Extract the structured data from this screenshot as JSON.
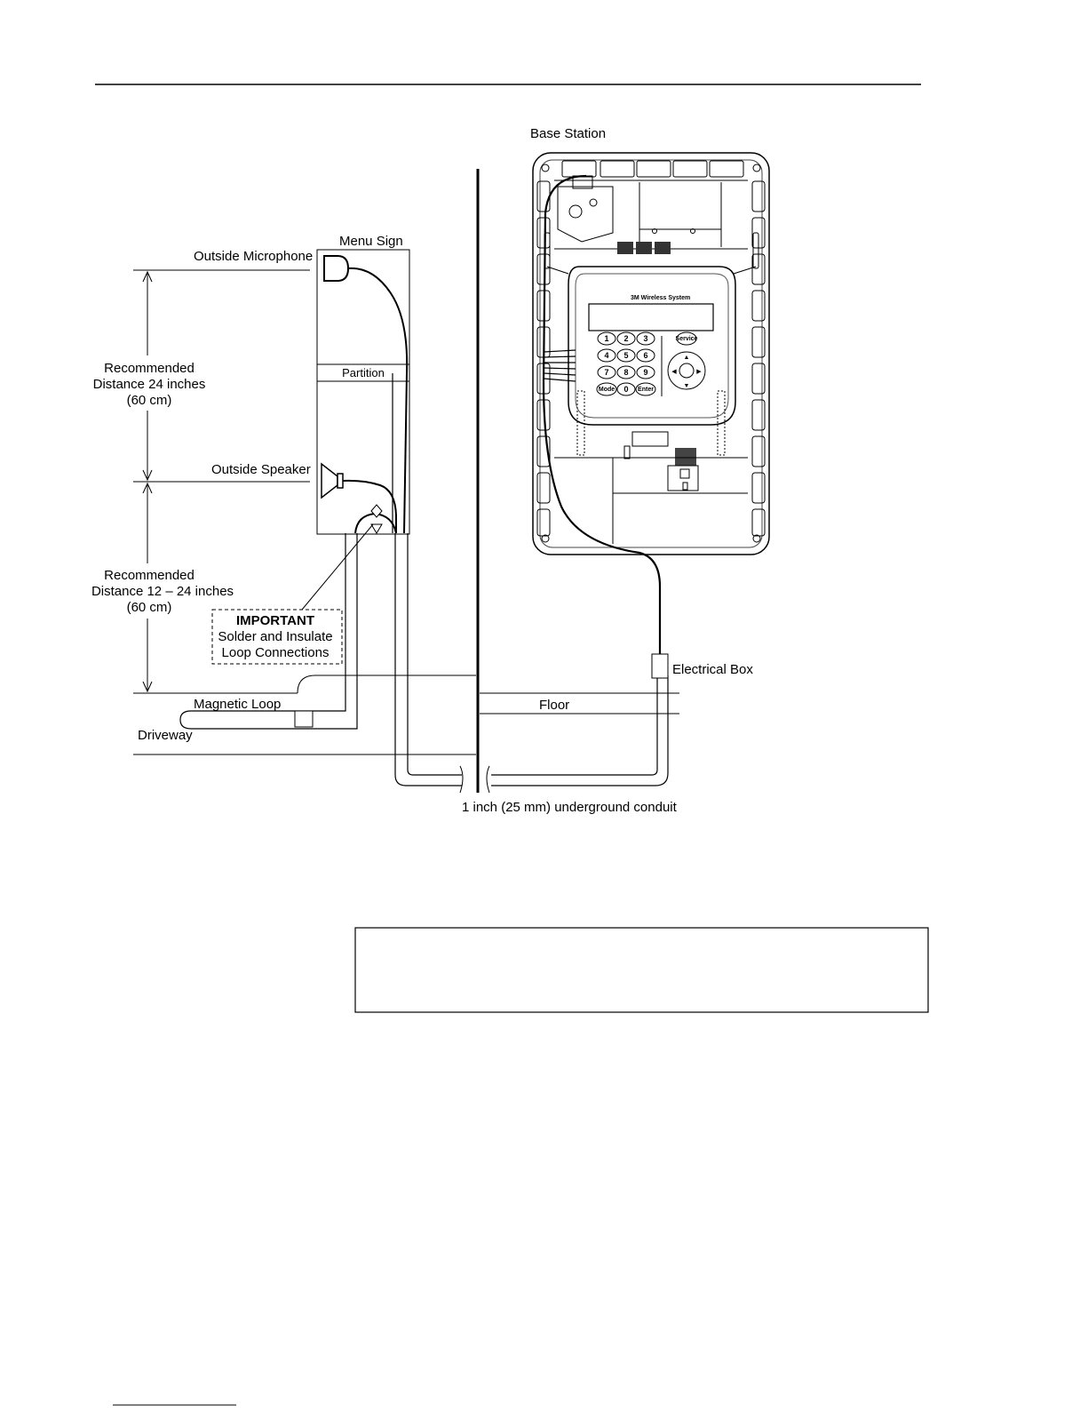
{
  "diagram": {
    "labels": {
      "base_station": "Base Station",
      "menu_sign": "Menu Sign",
      "outside_microphone": "Outside Microphone",
      "partition": "Partition",
      "outside_speaker": "Outside Speaker",
      "recommended_distance_1": [
        "Recommended",
        "Distance 24 inches",
        "(60 cm)"
      ],
      "recommended_distance_2": [
        "Recommended",
        "Distance 12 – 24 inches",
        "(60 cm)"
      ],
      "important_title": "IMPORTANT",
      "important_line1": "Solder and Insulate",
      "important_line2": "Loop Connections",
      "magnetic_loop": "Magnetic Loop",
      "driveway": "Driveway",
      "floor": "Floor",
      "electrical_box": "Electrical Box",
      "conduit": "1 inch (25 mm) underground conduit"
    },
    "base_station_panel": {
      "brand": "3M Wireless System",
      "keypad": [
        "1",
        "2",
        "3",
        "4",
        "5",
        "6",
        "7",
        "8",
        "9",
        "Mode",
        "0",
        "Enter"
      ],
      "service_key": "Service"
    }
  }
}
